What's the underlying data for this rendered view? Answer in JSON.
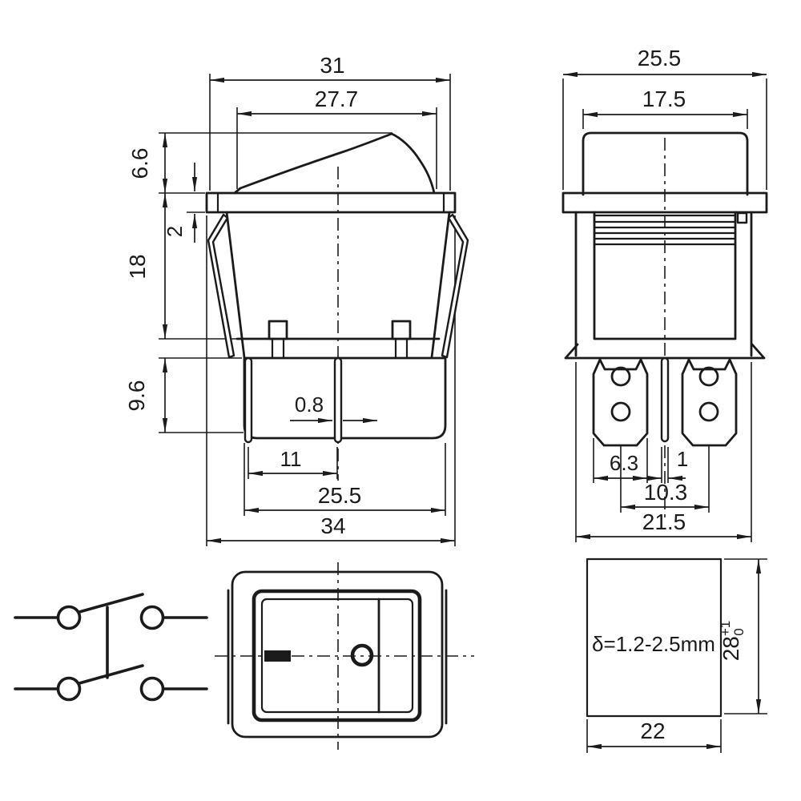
{
  "drawing": {
    "front_view": {
      "dim_top_width": "31",
      "dim_rocker_width": "27.7",
      "dim_rocker_height": "6.6",
      "dim_flange_thickness": "2",
      "dim_body_depth": "18",
      "dim_base_depth": "9.6",
      "dim_pin_thickness": "0.8",
      "dim_pin_spacing": "11",
      "dim_base_width": "25.5",
      "dim_flange_width": "34"
    },
    "side_view": {
      "dim_flange_width": "25.5",
      "dim_rocker_cap_width": "17.5",
      "dim_terminal_width": "6.3",
      "dim_center_pin_width": "1",
      "dim_terminal_spacing": "10.3",
      "dim_body_width": "21.5"
    },
    "panel_cutout": {
      "panel_thickness_note": "δ=1.2-2.5mm",
      "dim_height": "28",
      "dim_height_tol_upper": "+1",
      "dim_height_tol_lower": "0",
      "dim_width": "22"
    }
  }
}
